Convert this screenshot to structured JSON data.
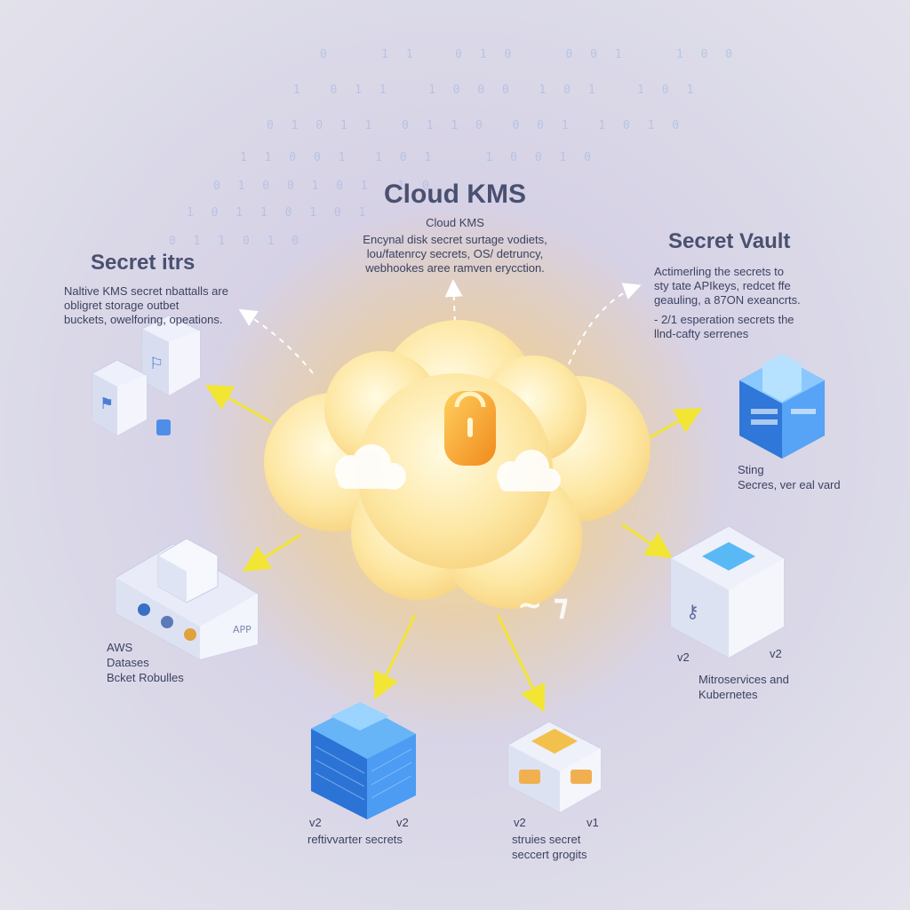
{
  "colors": {
    "accent_arrow": "#f2e534",
    "glow": "#ffe27a",
    "lock": "#f7a531",
    "cube_blue": "#3d8ff0"
  },
  "binary_stream": [
    "0    1 1   0 1 0    0 0 1    1 0 0",
    "1  0 1 1   1 0 0 0  1 0 1   1 0 1",
    "0 1 0 1 1  0 1 1 0  0 0 1  1 0 1 0",
    "1 1 0 0 1  1 0 1    1 0 0 1 0",
    "0 1 0 0 1 0 1  1 0",
    "1 0 1 1 0 1 0 1",
    "0 1 1 0 1 0"
  ],
  "center": {
    "title": "Cloud KMS",
    "subtitle": "Cloud KMS",
    "description": [
      "Encynal disk secret surtage vodiets,",
      "lou/fatenrcy secrets, OS/ detruncy,",
      "webhookes aree ramven erycction."
    ],
    "icon": "padlock-icon"
  },
  "left_panel": {
    "title": "Secret itrs",
    "description": [
      "Naltive KMS secret nbattalls are",
      "obligret storage outbet",
      "buckets, owelforing, opeations."
    ]
  },
  "right_panel": {
    "title": "Secret Vault",
    "description": [
      "Actimerling the secrets to",
      "sty tate APIkeys, redcet ffe",
      "geauling, a 87ON exeancrts."
    ],
    "bullet": [
      "- 2/1 esperation secrets the",
      "llnd-cafty serrenes"
    ]
  },
  "nodes": {
    "vault_cube": {
      "label": [
        "Sting",
        "Secres, ver eal vard"
      ]
    },
    "aws_grid": {
      "label": [
        "AWS",
        "Datases",
        "Bcket Robulles"
      ],
      "tile_text": "APP"
    },
    "micro_box": {
      "version_left": "v2",
      "version_right": "v2",
      "label": [
        "Mitroservices and",
        "Kubernetes"
      ]
    },
    "blue_rack": {
      "version_left": "v2",
      "version_right": "v2",
      "label": [
        "reftivvarter secrets"
      ]
    },
    "small_box": {
      "version_left": "v2",
      "version_right": "v1",
      "label": [
        "struies secret",
        "seccert grogits"
      ]
    }
  }
}
